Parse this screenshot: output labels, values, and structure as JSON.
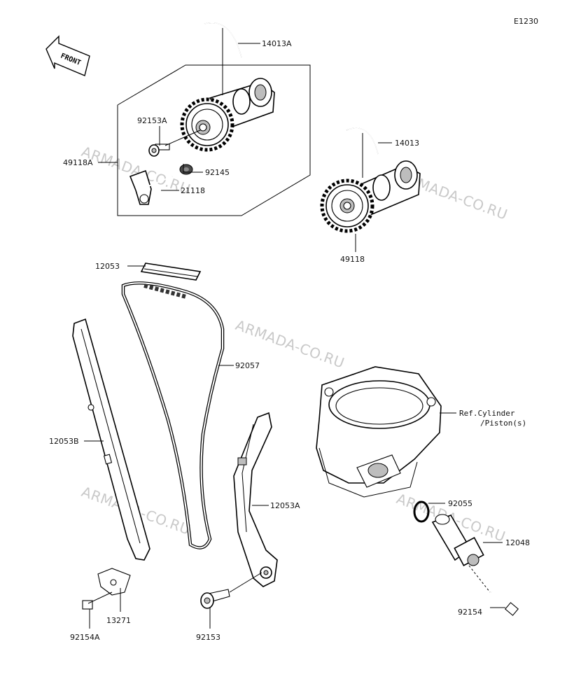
{
  "diagram_code": "E1230",
  "front_label": "FRONT",
  "watermark": "ARMADA-CO.RU",
  "parts": {
    "p14013A": "14013A",
    "p92153A": "92153A",
    "p49118A": "49118A",
    "p92145": "92145",
    "p21118": "21118",
    "p14013": "14013",
    "p49118": "49118",
    "p12053": "12053",
    "p92057": "92057",
    "p12053B": "12053B",
    "p12053A": "12053A",
    "p13271": "13271",
    "p92154A": "92154A",
    "p92153": "92153",
    "ref_line1": "Ref.Cylinder",
    "ref_line2": "/Piston(s)",
    "p92055": "92055",
    "p12048": "12048",
    "p92154": "92154"
  }
}
